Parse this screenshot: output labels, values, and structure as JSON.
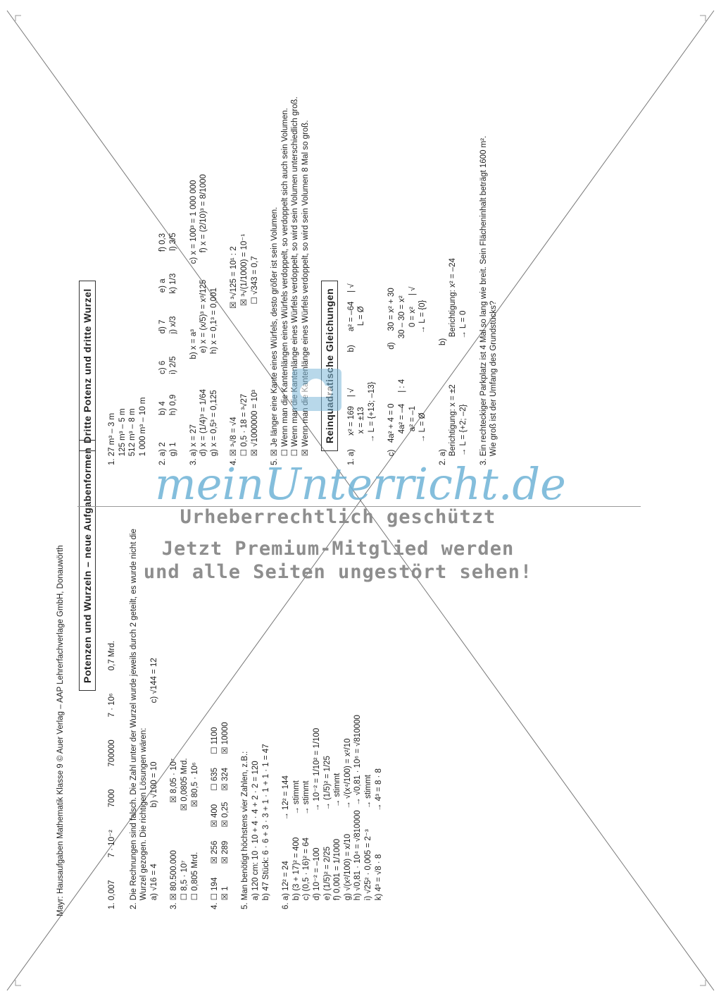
{
  "header": "Mayr: Hausaufgaben Mathematik Klasse 9 © Auer Verlag – AAP Lehrerfachverlage GmbH, Donauwörth",
  "left": {
    "title": "Potenzen und Wurzeln – neue Aufgabenformen",
    "lines": [
      {
        "text": "1. 0,007          7 · 10⁻²          7000          700000          7 · 10⁶          0,7 Mrd.",
        "bold": false
      },
      {
        "text": "2. Die Rechnungen sind falsch. Die Zahl unter der Wurzel wurde jeweils durch 2 geteilt, es wurde nicht die",
        "bold": false
      },
      {
        "text": "    Wurzel gezogen. Die richtigen Lösungen wären:",
        "bold": false
      },
      {
        "text": "    a) √16 = 4                         b) √100 = 10                          c) √144 = 12",
        "bold": false
      },
      {
        "text": "3. ☒ 80.500.000                     ☒ 8,05 · 10⁷",
        "bold": false
      },
      {
        "text": "    ☐ 8,5 · 10⁷                      ☒ 0,0805 Mrd.",
        "bold": false
      },
      {
        "text": "    ☐ 0,805 Mrd.                    ☒ 80,5 · 10⁶",
        "bold": false
      },
      {
        "text": "4. ☐ 194      ☒ 256      ☒ 400      ☐ 635      ☐ 1100",
        "bold": false
      },
      {
        "text": "    ☒ 1          ☒ 289      ☒ 0,25     ☒ 324      ☒ 10000",
        "bold": false
      },
      {
        "text": "5. Man benötigt höchstens vier Zahlen, z.B.:",
        "bold": false
      },
      {
        "text": "    a) 120 cm: 10 · 10 + 4 · 4 + 2 · 2 = 120",
        "bold": false
      },
      {
        "text": "    b) 47 Stück: 6 · 6 + 3 · 3 + 1 · 1 + 1 · 1 = 47",
        "bold": false
      },
      {
        "text": "6. a) 12² = 24                  → 12² = 144",
        "bold": false
      },
      {
        "text": "    b) (3 + 17)² = 400          → stimmt",
        "bold": false
      },
      {
        "text": "    c) (0,5 · 16)² = 64          → stimmt",
        "bold": false
      },
      {
        "text": "    d) 10⁻² = –100                → 10⁻² = 1/10² = 1/100",
        "bold": false
      },
      {
        "text": "    e) (1/5)² = 2/25                → (1/5)² = 1/25",
        "bold": false
      },
      {
        "text": "    f) 0,001 = 1/1000              → stimmt",
        "bold": false
      },
      {
        "text": "    g) √(x²/100) = x/10           → √(x⁴/100) = x²/10",
        "bold": false
      },
      {
        "text": "    h) √0,81 · 10⁴ = √810000  → √0,81 · 10⁶ = √810000",
        "bold": false
      },
      {
        "text": "    i) √25² · 0,005 = 2⁻³         → stimmt",
        "bold": false
      },
      {
        "text": "    k) 4³ = √8 · 8                   → 4³ = 8 · 8",
        "bold": false
      }
    ]
  },
  "right": {
    "title1": "Dritte Potenz und dritte Wurzel",
    "lines1": [
      {
        "text": "1. 27 m³ – 3 m",
        "bold": false
      },
      {
        "text": "    125 m³ – 5 m",
        "bold": false
      },
      {
        "text": "    512 m³ – 8 m",
        "bold": false
      },
      {
        "text": "    1 000 m³ – 10 m",
        "bold": false
      },
      {
        "text": "2. a) 2            b) 4            c) 6            d) 7            e) a            f) 0,3",
        "bold": false
      },
      {
        "text": "    g) 1            h) 0,9         i) 2/5          j) x/3          k) 1/3          l) 3/5",
        "bold": false
      },
      {
        "text": "3. a) x = 27                             b) x = a³                             c) x = 100³ = 1 000 000",
        "bold": false
      },
      {
        "text": "    d) x = (1/4)³ = 1/64                e) x = (x/5)³ = x³/125            f) x = (2/10)³ = 8/1000",
        "bold": false
      },
      {
        "text": "    g) x = 0,5³ = 0,125                h) x = 0,1³ = 0,001",
        "bold": false
      },
      {
        "text": "4. ☒ ³√8 = √4                                                ☒ ³√125 = 10¹ : 2",
        "bold": false
      },
      {
        "text": "    ☐ 0,5 · 18 = ³√27                                       ☒ ³√(1/1000) = 10⁻¹",
        "bold": false
      },
      {
        "text": "    ☒ √1000000 = 10³                                      ☐ √343 = 0,7",
        "bold": false
      },
      {
        "text": "5. ☒ Je länger eine Kante eines Würfels, desto größer ist sein Volumen.",
        "bold": false
      },
      {
        "text": "    ☐ Wenn man die Kantenlängen eines Würfels verdoppelt, so verdoppelt sich auch sein Volumen.",
        "bold": false
      },
      {
        "text": "    ☐ Wenn man die Kantenlänge eines Würfels verdoppelt, so wird sein Volumen unterschiedlich groß.",
        "bold": false
      },
      {
        "text": "    ☒ Wenn man die Kantenlänge eines Würfels verdoppelt, so wird sein Volumen 8 Mal so groß.",
        "bold": false
      }
    ],
    "title2": "Reinquadratische Gleichungen",
    "lines2": [
      {
        "text": "1. a)      x² = 169    | √                b)      a² = –64    | √",
        "bold": false
      },
      {
        "text": "              x = ±13                                    L = Ø",
        "bold": false
      },
      {
        "text": "          → L = {+13; –13}",
        "bold": false
      },
      {
        "text": "    c)   4a² + 4 = 0                        d)     30 = x² + 30",
        "bold": false
      },
      {
        "text": "              4a² = –4     | : 4                  30 – 30 = x²",
        "bold": false
      },
      {
        "text": "               a² = –1                                   0 = x²     | √",
        "bold": false
      },
      {
        "text": "          → L = Ø                                   → L = {0}",
        "bold": false
      },
      {
        "text": "2. a)                                              b)",
        "bold": false
      },
      {
        "text": "    Berichtigung: x = ±2                     Berichtigung: x² = –24",
        "bold": false
      },
      {
        "text": "    → L = {+2; –2}                             → L = 0",
        "bold": false
      },
      {
        "text": "3. Ein rechteckiger Parkplatz ist 4 Mal so lang wie breit. Sein Flächeninhalt beträgt 1600 m².",
        "bold": false
      },
      {
        "text": "    Wie groß ist der Umfang des Grundstücks?",
        "bold": false
      }
    ]
  },
  "watermark": {
    "logo": "meinUnterricht.de",
    "line1": "Urheberrechtlich geschützt",
    "line2": "Jetzt Premium-Mitglied werden",
    "line3": "und alle Seiten ungestört sehen!"
  }
}
